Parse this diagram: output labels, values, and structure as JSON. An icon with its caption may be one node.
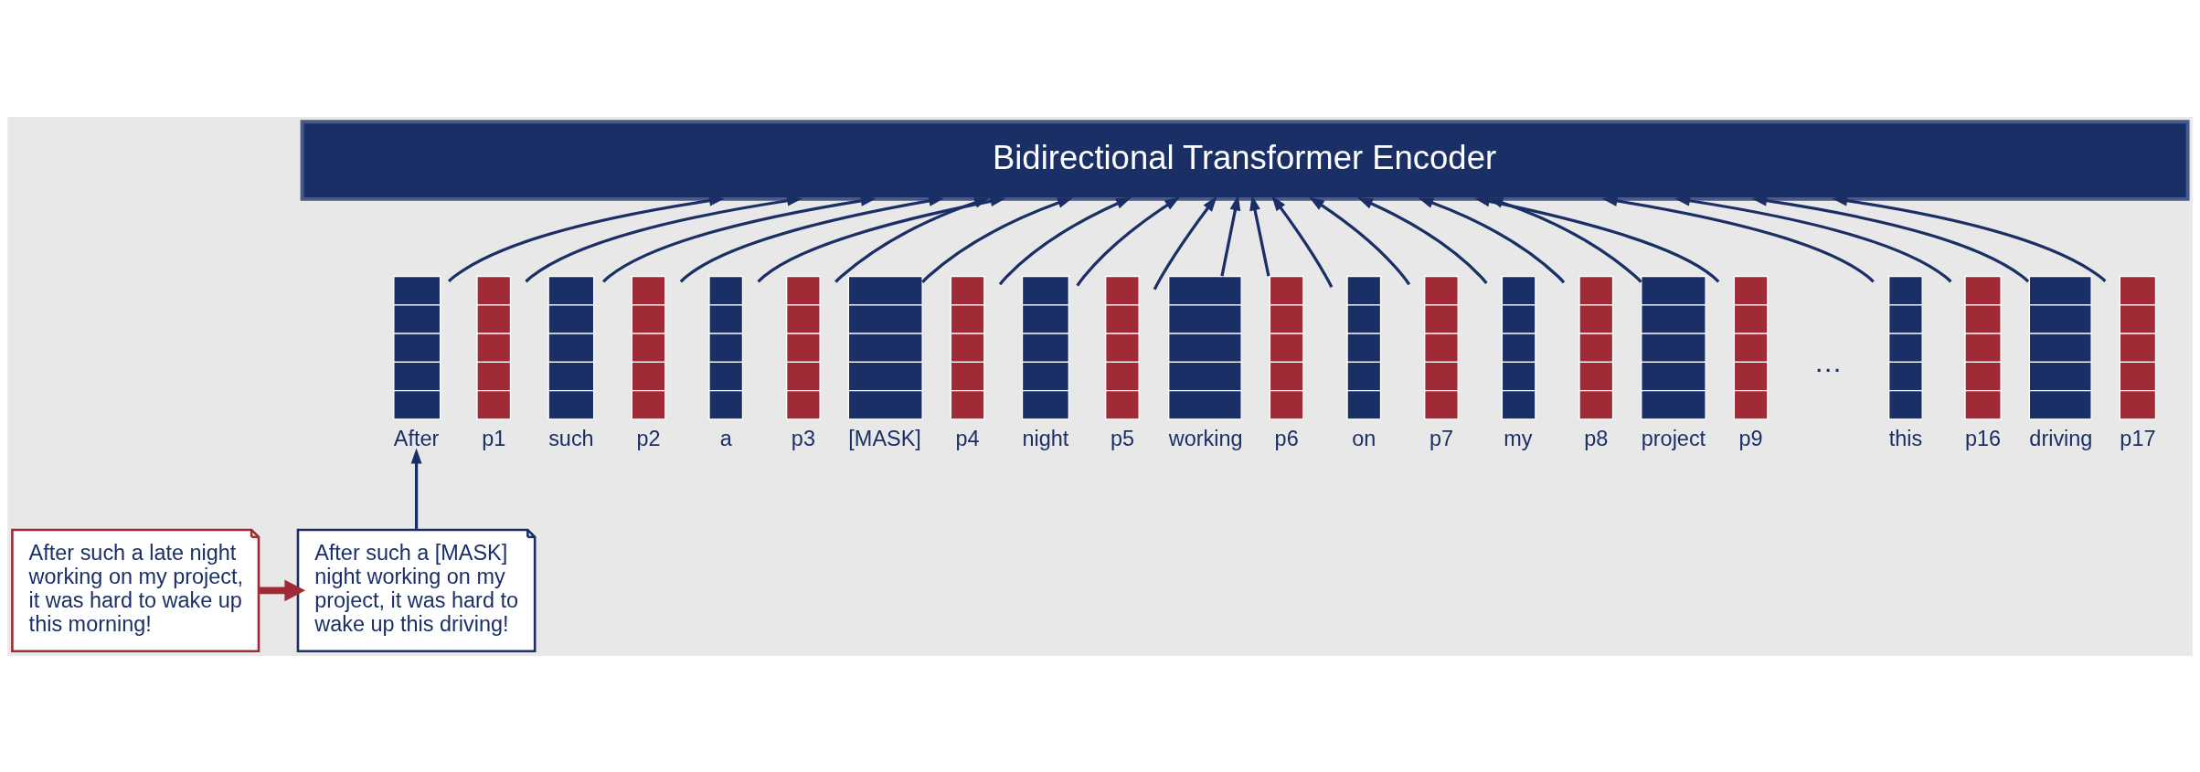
{
  "diagram": {
    "nodes": [
      {
        "text": [
          "Bidirectional Transformer Encoder"
        ]
      },
      {
        "text": [
          "After"
        ]
      },
      {
        "text": [
          "p1"
        ]
      },
      {
        "text": [
          "such"
        ]
      },
      {
        "text": [
          "p2"
        ]
      },
      {
        "text": [
          "a"
        ]
      },
      {
        "text": [
          "p3"
        ]
      },
      {
        "text": [
          "[MASK]"
        ]
      },
      {
        "text": [
          "p4"
        ]
      },
      {
        "text": [
          "night"
        ]
      },
      {
        "text": [
          "p5"
        ]
      },
      {
        "text": [
          "working"
        ]
      },
      {
        "text": [
          "p6"
        ]
      },
      {
        "text": [
          "on"
        ]
      },
      {
        "text": [
          "p7"
        ]
      },
      {
        "text": [
          "my"
        ]
      },
      {
        "text": [
          "p8"
        ]
      },
      {
        "text": [
          "project"
        ]
      },
      {
        "text": [
          "p9"
        ]
      },
      {
        "text": [
          "this"
        ]
      },
      {
        "text": [
          "p16"
        ]
      },
      {
        "text": [
          "driving"
        ]
      },
      {
        "text": [
          "p17"
        ]
      },
      {
        "text": [
          "After such a late night working on my project, it was hard to wake up this morning!"
        ]
      },
      {
        "text": [
          "After such a [MASK] night working on my project, it was hard to wake up this driving!"
        ]
      }
    ],
    "edges": [
      {
        "from": 1,
        "to": 0,
        "arrow": "to"
      },
      {
        "from": 2,
        "to": 0,
        "arrow": "to"
      },
      {
        "from": 3,
        "to": 0,
        "arrow": "to"
      },
      {
        "from": 4,
        "to": 0,
        "arrow": "to"
      },
      {
        "from": 5,
        "to": 0,
        "arrow": "to"
      },
      {
        "from": 6,
        "to": 0,
        "arrow": "to"
      },
      {
        "from": 7,
        "to": 0,
        "arrow": "to"
      },
      {
        "from": 8,
        "to": 0,
        "arrow": "to"
      },
      {
        "from": 9,
        "to": 0,
        "arrow": "to"
      },
      {
        "from": 10,
        "to": 0,
        "arrow": "to"
      },
      {
        "from": 11,
        "to": 0,
        "arrow": "to"
      },
      {
        "from": 12,
        "to": 0,
        "arrow": "to"
      },
      {
        "from": 13,
        "to": 0,
        "arrow": "to"
      },
      {
        "from": 14,
        "to": 0,
        "arrow": "to"
      },
      {
        "from": 15,
        "to": 0,
        "arrow": "to"
      },
      {
        "from": 16,
        "to": 0,
        "arrow": "to"
      },
      {
        "from": 17,
        "to": 0,
        "arrow": "to"
      },
      {
        "from": 18,
        "to": 0,
        "arrow": "to"
      },
      {
        "from": 19,
        "to": 0,
        "arrow": "to"
      },
      {
        "from": 20,
        "to": 0,
        "arrow": "to"
      },
      {
        "from": 21,
        "to": 0,
        "arrow": "to"
      },
      {
        "from": 22,
        "to": 0,
        "arrow": "to"
      },
      {
        "from": 23,
        "to": 24,
        "arrow": "to",
        "style": "thick",
        "color": "#a02b36"
      },
      {
        "from": 24,
        "to": 1,
        "arrow": "to"
      }
    ],
    "labels": [
      "…"
    ]
  }
}
